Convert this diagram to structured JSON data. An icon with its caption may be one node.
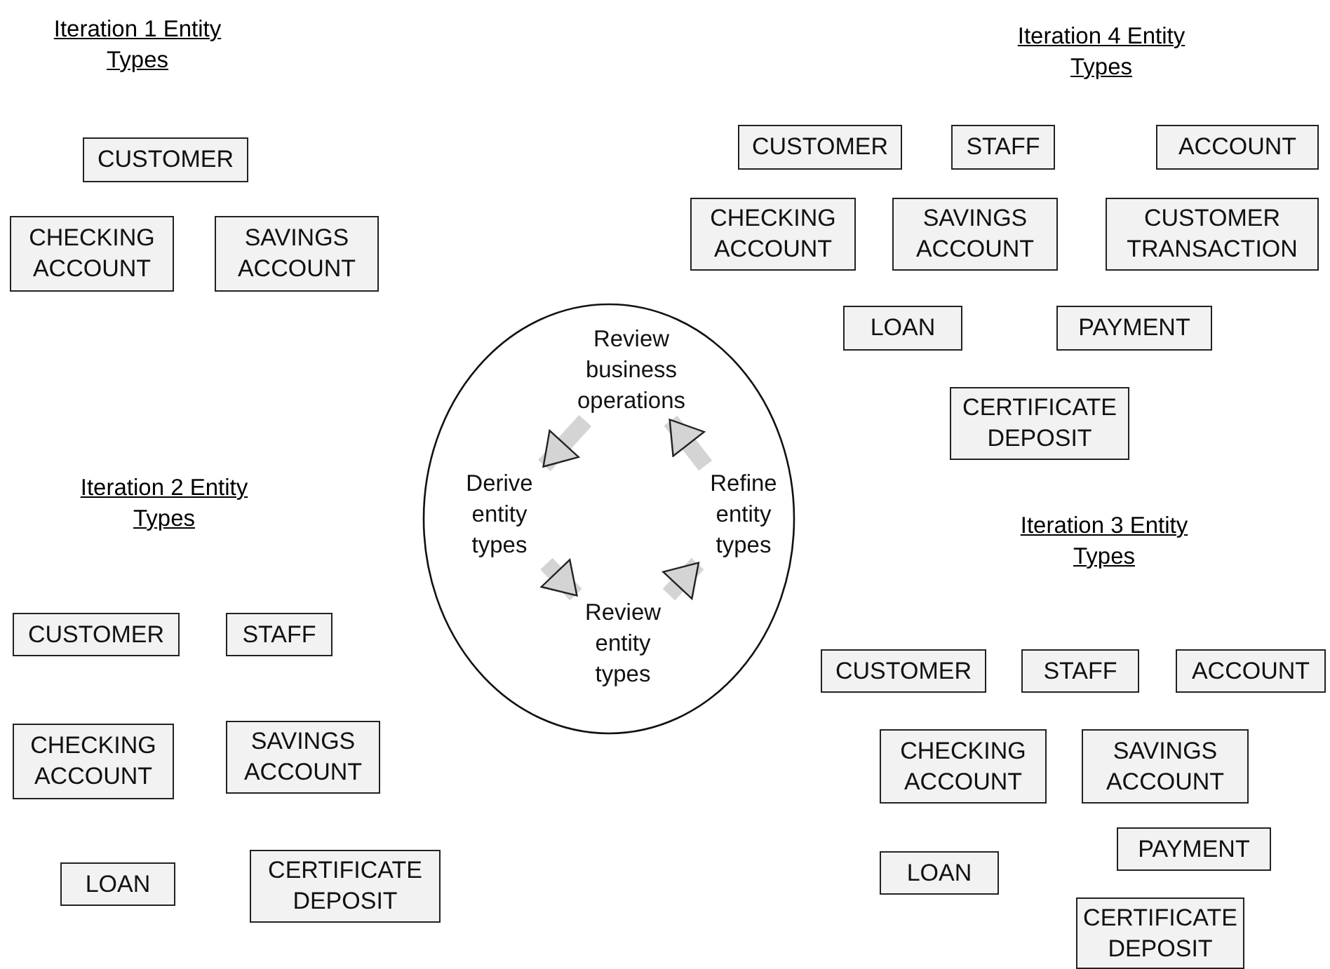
{
  "diagram": {
    "nodes": [
      {
        "text": [
          "CUSTOMER"
        ]
      },
      {
        "text": [
          "CHECKING ACCOUNT"
        ]
      },
      {
        "text": [
          "SAVINGS ACCOUNT"
        ]
      },
      {
        "text": [
          "CUSTOMER"
        ]
      },
      {
        "text": [
          "STAFF"
        ]
      },
      {
        "text": [
          "ACCOUNT"
        ]
      },
      {
        "text": [
          "CHECKING ACCOUNT"
        ]
      },
      {
        "text": [
          "SAVINGS ACCOUNT"
        ]
      },
      {
        "text": [
          "CUSTOMER TRANSACTION"
        ]
      },
      {
        "text": [
          "LOAN"
        ]
      },
      {
        "text": [
          "PAYMENT"
        ]
      },
      {
        "text": [
          "CERTIFICATE DEPOSIT"
        ]
      },
      {
        "text": [],
        "shape": "circle"
      },
      {
        "text": [
          "Review business operations"
        ],
        "in": 12
      },
      {
        "text": [
          "Derive entity types"
        ],
        "in": 12
      },
      {
        "text": [
          "Refine entity types"
        ],
        "in": 12
      },
      {
        "text": [
          "Review entity types"
        ],
        "in": 12
      },
      {
        "text": [
          "CUSTOMER"
        ]
      },
      {
        "text": [
          "STAFF"
        ]
      },
      {
        "text": [
          "CHECKING ACCOUNT"
        ]
      },
      {
        "text": [
          "SAVINGS ACCOUNT"
        ]
      },
      {
        "text": [
          "LOAN"
        ]
      },
      {
        "text": [
          "CERTIFICATE DEPOSIT"
        ]
      },
      {
        "text": [
          "CUSTOMER"
        ]
      },
      {
        "text": [
          "STAFF"
        ]
      },
      {
        "text": [
          "ACCOUNT"
        ]
      },
      {
        "text": [
          "CHECKING ACCOUNT"
        ]
      },
      {
        "text": [
          "SAVINGS ACCOUNT"
        ]
      },
      {
        "text": [
          "PAYMENT"
        ]
      },
      {
        "text": [
          "LOAN"
        ]
      },
      {
        "text": [
          "CERTIFICATE DEPOSIT"
        ]
      }
    ],
    "edges": [
      {
        "from": 13,
        "to": 14,
        "arrow": "to"
      },
      {
        "from": 14,
        "to": 16,
        "arrow": "to"
      },
      {
        "from": 16,
        "to": 15,
        "arrow": "to"
      },
      {
        "from": 15,
        "to": 13,
        "arrow": "to"
      }
    ],
    "labels": [
      "Iteration 1 Entity Types",
      "Iteration 4 Entity Types",
      "Iteration 2 Entity Types",
      "Iteration 3 Entity Types"
    ]
  }
}
